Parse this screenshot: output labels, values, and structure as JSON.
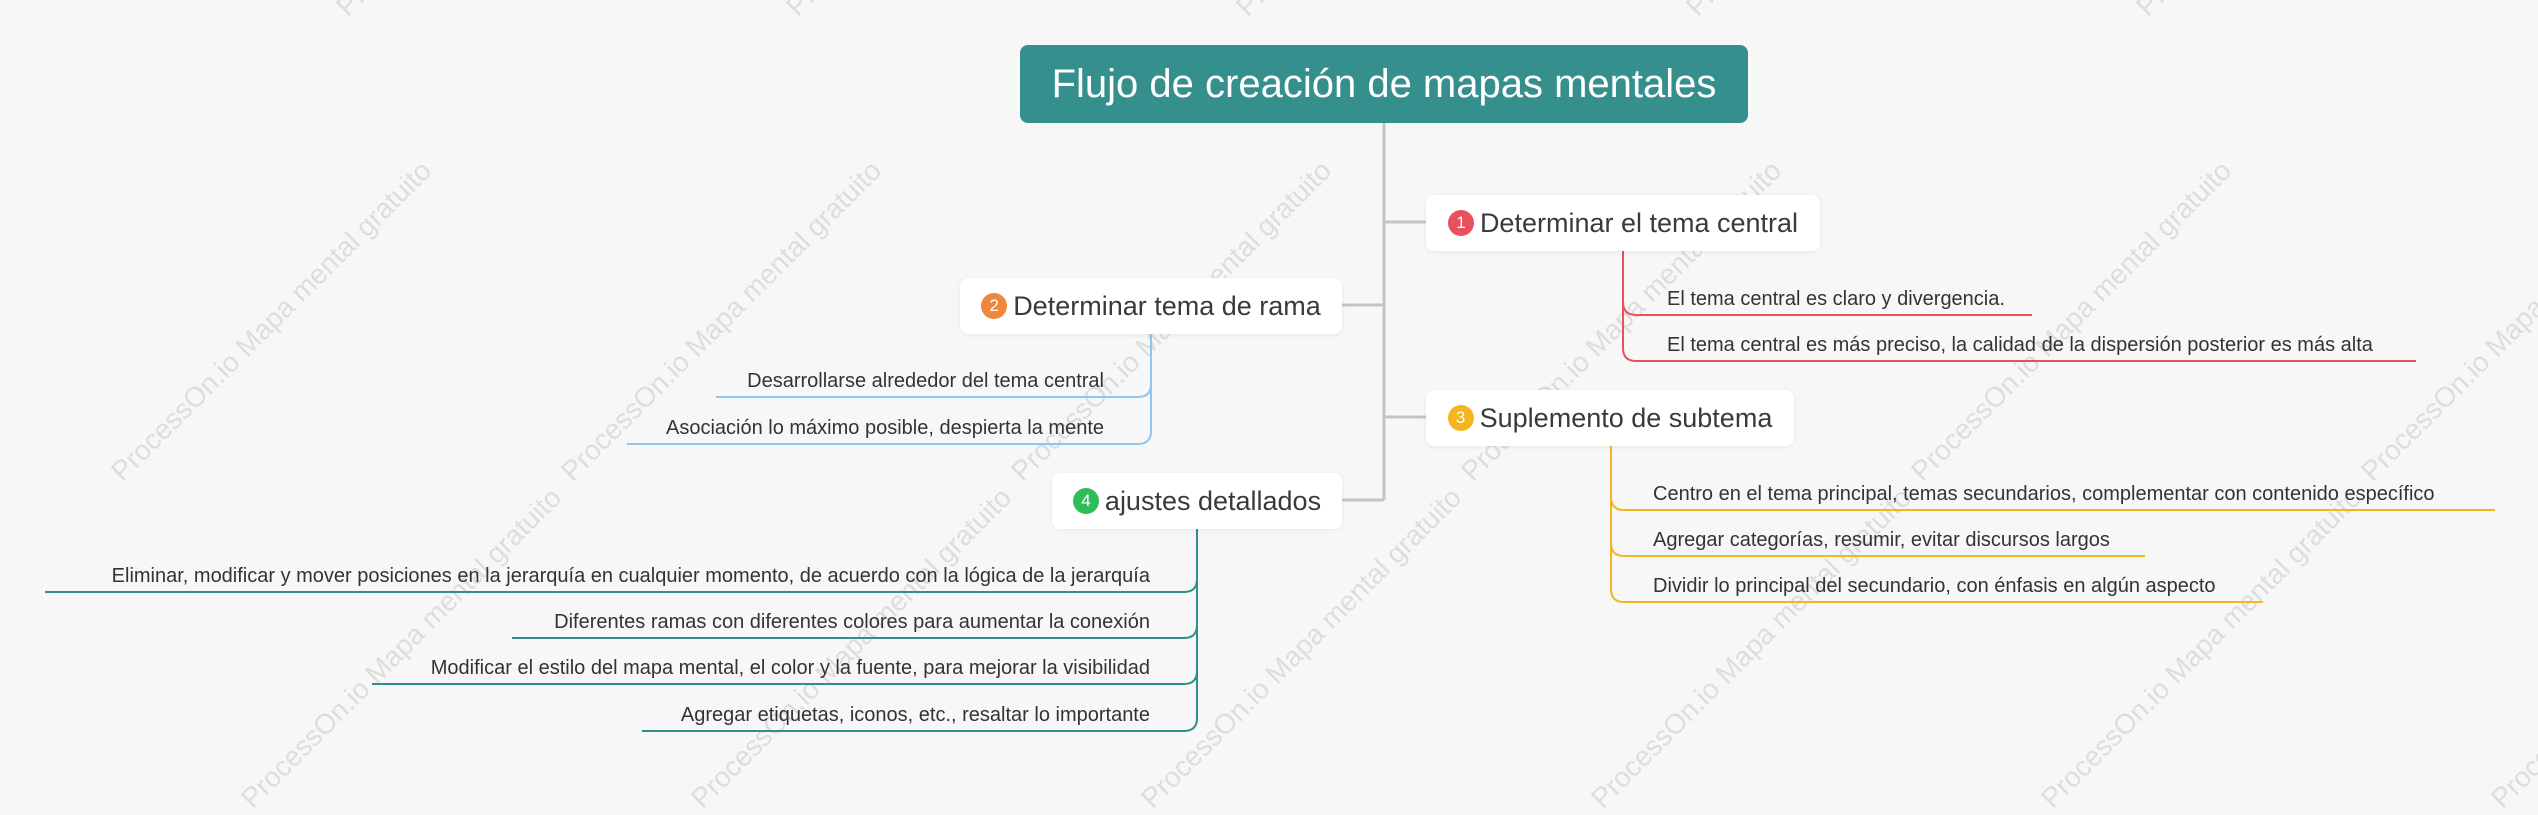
{
  "root": {
    "title": "Flujo de creación de mapas mentales"
  },
  "colors": {
    "root": "#358f8c",
    "connector": "#c4c4c4",
    "branch1": "#e8505b",
    "branch2": "#f0863c",
    "branch3": "#f5b51e",
    "branch4": "#2ebd59",
    "branch2_line": "#8fc6ef",
    "branch4_line": "#2f8f89"
  },
  "watermark": "ProcessOn.io Mapa mental gratuito",
  "branches": [
    {
      "number": "1",
      "label": "Determinar el tema central",
      "children": [
        "El tema central es claro y divergencia.",
        "El tema central es más preciso, la calidad de la dispersión posterior es más alta"
      ]
    },
    {
      "number": "2",
      "label": "Determinar tema de rama",
      "children": [
        "Desarrollarse alrededor del tema central",
        "Asociación lo máximo posible, despierta la mente"
      ]
    },
    {
      "number": "3",
      "label": "Suplemento de subtema",
      "children": [
        "Centro en el tema principal, temas secundarios, complementar con contenido específico",
        "Agregar categorías, resumir, evitar discursos largos",
        "Dividir lo principal del secundario, con énfasis en algún aspecto"
      ]
    },
    {
      "number": "4",
      "label": "ajustes detallados",
      "children": [
        "Eliminar, modificar y mover posiciones en la jerarquía en cualquier momento, de acuerdo con la lógica de la jerarquía",
        "Diferentes ramas con diferentes colores para aumentar la conexión",
        "Modificar el estilo del mapa mental, el color y la fuente, para mejorar la visibilidad",
        "Agregar etiquetas, iconos, etc., resaltar lo importante"
      ]
    }
  ]
}
